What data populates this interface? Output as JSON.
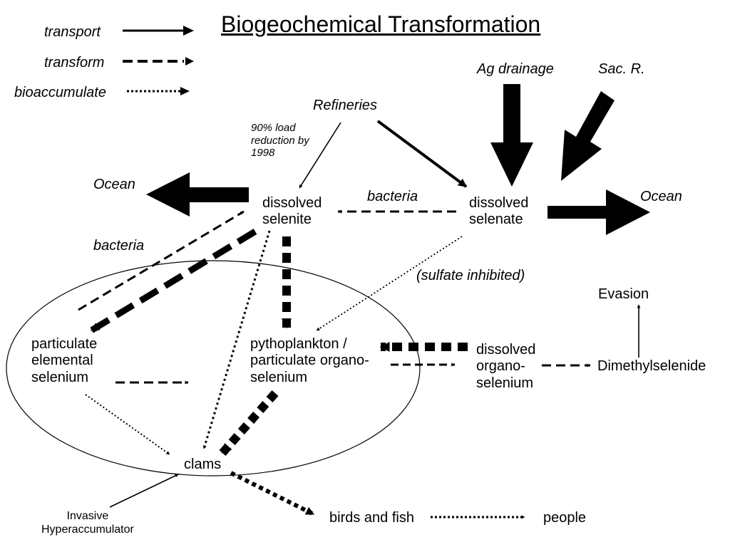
{
  "title": "Biogeochemical Transformation",
  "legend": {
    "transport": "transport",
    "transform": "transform",
    "bioaccumulate": "bioaccumulate"
  },
  "sources": {
    "ag_drainage": "Ag drainage",
    "sac_r": "Sac. R.",
    "refineries": "Refineries",
    "load_note": "90% load\nreduction by\n1998"
  },
  "nodes": {
    "ocean_left": "Ocean",
    "ocean_right": "Ocean",
    "dissolved_selenite": "dissolved\nselenite",
    "dissolved_selenate": "dissolved\nselenate",
    "particulate_elemental": "particulate\nelemental\nselenium",
    "phytoplankton": "pythoplankton /\nparticulate organo-\nselenium",
    "dissolved_organo": "dissolved\norgano-\nselenium",
    "dimethylselenide": "Dimethylselenide",
    "evasion": "Evasion",
    "clams": "clams",
    "invasive": "Invasive\nHyperaccumulator",
    "birds_fish": "birds and fish",
    "people": "people"
  },
  "annotations": {
    "bacteria_top": "bacteria",
    "bacteria_left": "bacteria",
    "sulfate": "(sulfate inhibited)"
  },
  "colors": {
    "ink": "#000000",
    "background": "#ffffff"
  }
}
